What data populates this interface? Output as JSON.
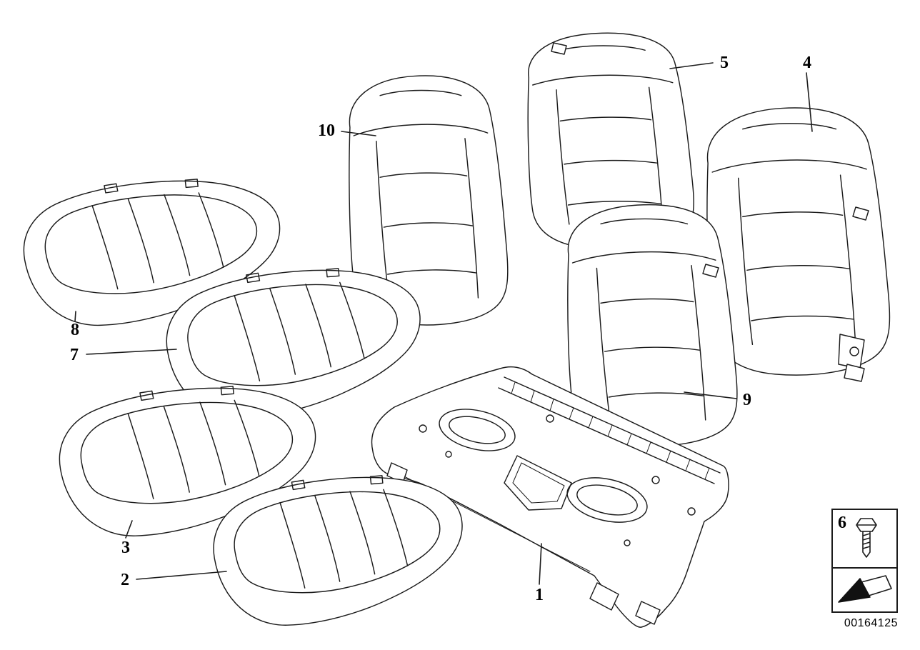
{
  "diagram": {
    "background_color": "#ffffff",
    "line_color": "#1c1c1c",
    "image_number": "00164125",
    "callouts": [
      {
        "label": "1"
      },
      {
        "label": "2"
      },
      {
        "label": "3"
      },
      {
        "label": "4"
      },
      {
        "label": "5"
      },
      {
        "label": "6"
      },
      {
        "label": "7"
      },
      {
        "label": "8"
      },
      {
        "label": "9"
      },
      {
        "label": "10"
      }
    ],
    "legend": {
      "icons": [
        {
          "name": "screw-bolt-icon"
        },
        {
          "name": "direction-arrow-icon"
        }
      ]
    }
  }
}
